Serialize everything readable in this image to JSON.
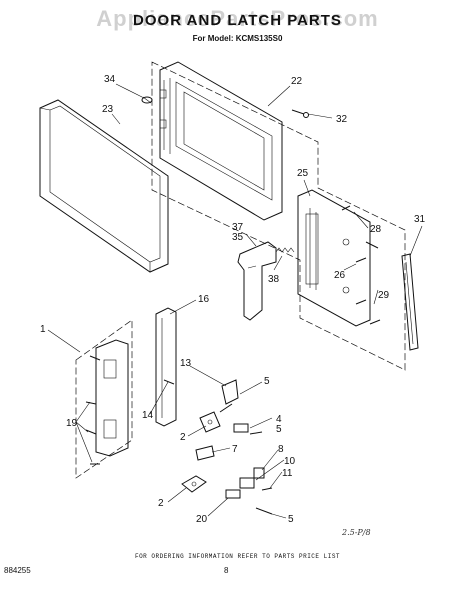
{
  "header": {
    "watermark": "AppliancePartsPros.com",
    "title": "DOOR AND LATCH PARTS",
    "model_line": "For Model: KCMS135S0"
  },
  "callouts": [
    {
      "id": "c34",
      "label": "34"
    },
    {
      "id": "c23",
      "label": "23"
    },
    {
      "id": "c22",
      "label": "22"
    },
    {
      "id": "c32",
      "label": "32"
    },
    {
      "id": "c25",
      "label": "25"
    },
    {
      "id": "c28",
      "label": "28"
    },
    {
      "id": "c31",
      "label": "31"
    },
    {
      "id": "c37",
      "label": "37"
    },
    {
      "id": "c35",
      "label": "35"
    },
    {
      "id": "c38",
      "label": "38"
    },
    {
      "id": "c26",
      "label": "26"
    },
    {
      "id": "c29",
      "label": "29"
    },
    {
      "id": "c16",
      "label": "16"
    },
    {
      "id": "c1",
      "label": "1"
    },
    {
      "id": "c13",
      "label": "13"
    },
    {
      "id": "c5a",
      "label": "5"
    },
    {
      "id": "c19",
      "label": "19"
    },
    {
      "id": "c14",
      "label": "14"
    },
    {
      "id": "c4",
      "label": "4"
    },
    {
      "id": "c5b",
      "label": "5"
    },
    {
      "id": "c2a",
      "label": "2"
    },
    {
      "id": "c7",
      "label": "7"
    },
    {
      "id": "c8",
      "label": "8"
    },
    {
      "id": "c10",
      "label": "10"
    },
    {
      "id": "c11",
      "label": "11"
    },
    {
      "id": "c2b",
      "label": "2"
    },
    {
      "id": "c20",
      "label": "20"
    },
    {
      "id": "c5c",
      "label": "5"
    }
  ],
  "footer": {
    "ordering_note": "FOR ORDERING INFORMATION REFER TO PARTS PRICE LIST",
    "doc_number": "884255",
    "page_number": "8",
    "handwritten_note": "2.5-P/8"
  }
}
